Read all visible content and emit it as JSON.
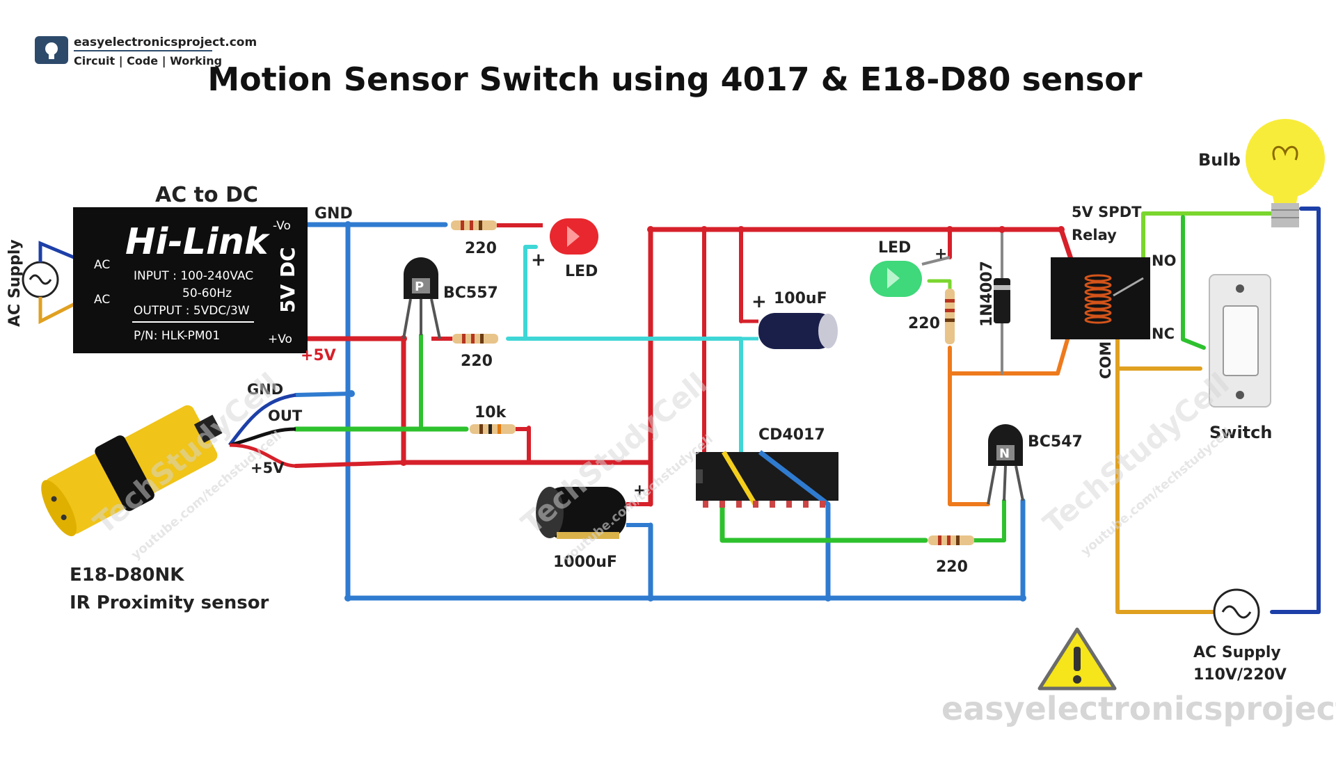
{
  "logo": {
    "site": "easyelectronicsproject.com",
    "tagline": "Circuit | Code | Working"
  },
  "title": "Motion Sensor Switch using 4017 & E18-D80 sensor",
  "module": {
    "heading": "AC to DC",
    "brand": "Hi-Link",
    "input": "INPUT : 100-240VAC",
    "freq": "50-60Hz",
    "output": "OUTPUT : 5VDC/3W",
    "pn": "P/N: HLK-PM01",
    "side": "5V DC",
    "pin_neg": "-Vo",
    "pin_pos": "+Vo",
    "pin_ac1": "AC",
    "pin_ac2": "AC"
  },
  "labels": {
    "ac_supply_left": "AC Supply",
    "gnd_top": "GND",
    "plus5v": "+5V",
    "sensor_gnd": "GND",
    "sensor_out": "OUT",
    "sensor_5v": "+5V",
    "sensor_name": "E18-D80NK",
    "sensor_desc": "IR Proximity sensor",
    "r1": "220",
    "led_red": "LED",
    "plus_sign": "+",
    "q1": "BC557",
    "q1_mark": "P",
    "r2": "220",
    "r3": "10k",
    "c1000": "1000uF",
    "c100": "100uF",
    "ic": "CD4017",
    "led_green": "LED",
    "r4": "220",
    "diode": "1N4007",
    "relay": "5V SPDT",
    "relay2": "Relay",
    "no": "NO",
    "nc": "NC",
    "com": "COM",
    "q2": "BC547",
    "q2_mark": "N",
    "r5": "220",
    "bulb": "Bulb",
    "switch": "Switch",
    "ac_right": "AC Supply",
    "ac_right_v": "110V/220V",
    "watermark_site": "easyelectronicsproject.com",
    "watermark_brand": "TechStudyCell",
    "watermark_url": "youtube.com/techstudycell"
  },
  "colors": {
    "red": "#d6202a",
    "blue": "#2f7bd0",
    "green": "#2ec12e",
    "cyan": "#3fd6d6",
    "orange": "#ee7a1c",
    "yellow": "#f4cf1c",
    "darkblue": "#1d3fa8",
    "lime": "#7ad62e"
  }
}
